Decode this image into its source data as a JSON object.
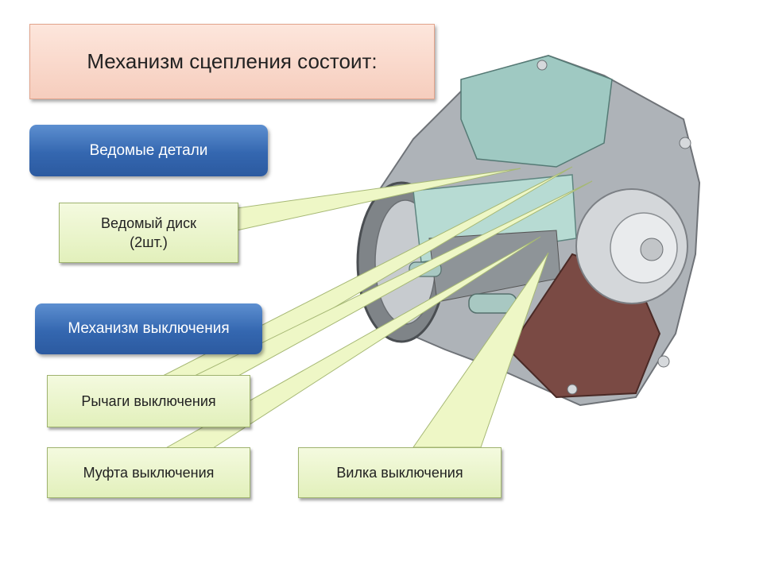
{
  "title": "Механизм сцепления состоит:",
  "groups": [
    {
      "label": "Ведомые детали",
      "items": [
        {
          "label_line1": "Ведомый диск",
          "label_line2": "(2шт.)"
        }
      ]
    },
    {
      "label": "Механизм выключения",
      "items": [
        {
          "label": "Рычаги выключения"
        },
        {
          "label": "Муфта выключения"
        },
        {
          "label": "Вилка выключения"
        }
      ]
    }
  ],
  "colors": {
    "title_fill": "#f8d5c8",
    "group_fill": "#3a6db5",
    "item_fill": "#e9f4c8",
    "callout_fill": "#eef7c6"
  },
  "illustration": "clutch-cutaway-illustration"
}
